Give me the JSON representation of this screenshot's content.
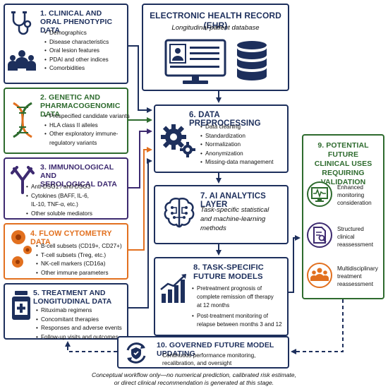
{
  "clinical": {
    "title_1": "1. CLINICAL AND",
    "title_2": "ORAL PHENOTYPIC DATA",
    "items": [
      "Demographics",
      "Disease characteristics",
      "Oral lesion features",
      "PDAI and other indices",
      "Comorbidities"
    ]
  },
  "genetic": {
    "title_1": "2. GENETIC AND",
    "title_2": "PHARMACOGENOMIC DATA",
    "items": [
      "Prespecified candidate variants",
      "HLA class II alleles",
      "Other exploratory immune-",
      "regulatory variants"
    ]
  },
  "immuno": {
    "title_1": "3. IMMUNOLOGICAL AND",
    "title_2": "SEROLOGICAL DATA",
    "items": [
      "Anti-DSG1 / anti-DSG3",
      "Cytokines (BAFF, IL-6,",
      "IL-10, TNF-α, etc.)",
      "Other soluble mediators"
    ]
  },
  "flow": {
    "title": "4. FLOW CYTOMETRY DATA",
    "items": [
      "B-cell subsets (CD19+, CD27+)",
      "T-cell subsets (Treg, etc.)",
      "NK-cell markers (CD16a)",
      "Other immune parameters"
    ]
  },
  "treatment": {
    "title_1": "5. TREATMENT AND",
    "title_2": "LONGITUDINAL DATA",
    "items": [
      "Rituximab regimens",
      "Concomitant therapies",
      "Responses and adverse events",
      "Follow-up visits and outcomes"
    ]
  },
  "ehr": {
    "title": "ELECTRONIC HEALTH RECORD (EHR)",
    "subtitle": "Longitudinal patient database"
  },
  "preprocessing": {
    "title": "6. DATA PREPROCESSING",
    "items": [
      "Data cleaning",
      "Standardization",
      "Normalization",
      "Anonymization",
      "Missing-data management"
    ]
  },
  "analytics": {
    "title": "7. AI ANALYTICS LAYER",
    "desc_1": "Task-specific statistical",
    "desc_2": "and machine-learning",
    "desc_3": "methods"
  },
  "models": {
    "title_1": "8. TASK-SPECIFIC",
    "title_2": "FUTURE MODELS",
    "items": [
      "Pretreatment prognosis of",
      "complete remission off therapy",
      "at 12 months",
      "Post-treatment monitoring of",
      "relapse between months 3 and 12"
    ]
  },
  "future": {
    "title_1": "9. POTENTIAL FUTURE",
    "title_2": "CLINICAL USES",
    "title_3": "REQUIRING VALIDATION",
    "use1_1": "Enhanced",
    "use1_2": "monitoring",
    "use1_3": "consideration",
    "use2_1": "Structured",
    "use2_2": "clinical",
    "use2_3": "reassessment",
    "use3_1": "Multidisciplinary",
    "use3_2": "treatment",
    "use3_3": "reassessment"
  },
  "governed": {
    "title": "10. GOVERNED FUTURE MODEL UPDATING",
    "desc_1": "Continuous performance monitoring,",
    "desc_2": "recalibration, and oversight"
  },
  "footer": {
    "line_1": "Conceptual workflow only—no numerical prediction, calibrated risk estimate,",
    "line_2": "or direct clinical recommendation is generated at this stage."
  },
  "colors": {
    "navy": "#1d2f5c",
    "green": "#2e6b2e",
    "purple": "#3d2a70",
    "orange": "#e2701f"
  },
  "icons": [
    "stethoscope-icon",
    "people-icon",
    "dna-icon",
    "antibody-icon",
    "cells-icon",
    "medicine-bottle-icon",
    "monitor-icon",
    "database-icon",
    "gears-icon",
    "brain-icon",
    "bar-chart-icon",
    "refresh-shield-icon",
    "heart-monitor-icon",
    "clinical-document-icon",
    "team-icon"
  ]
}
